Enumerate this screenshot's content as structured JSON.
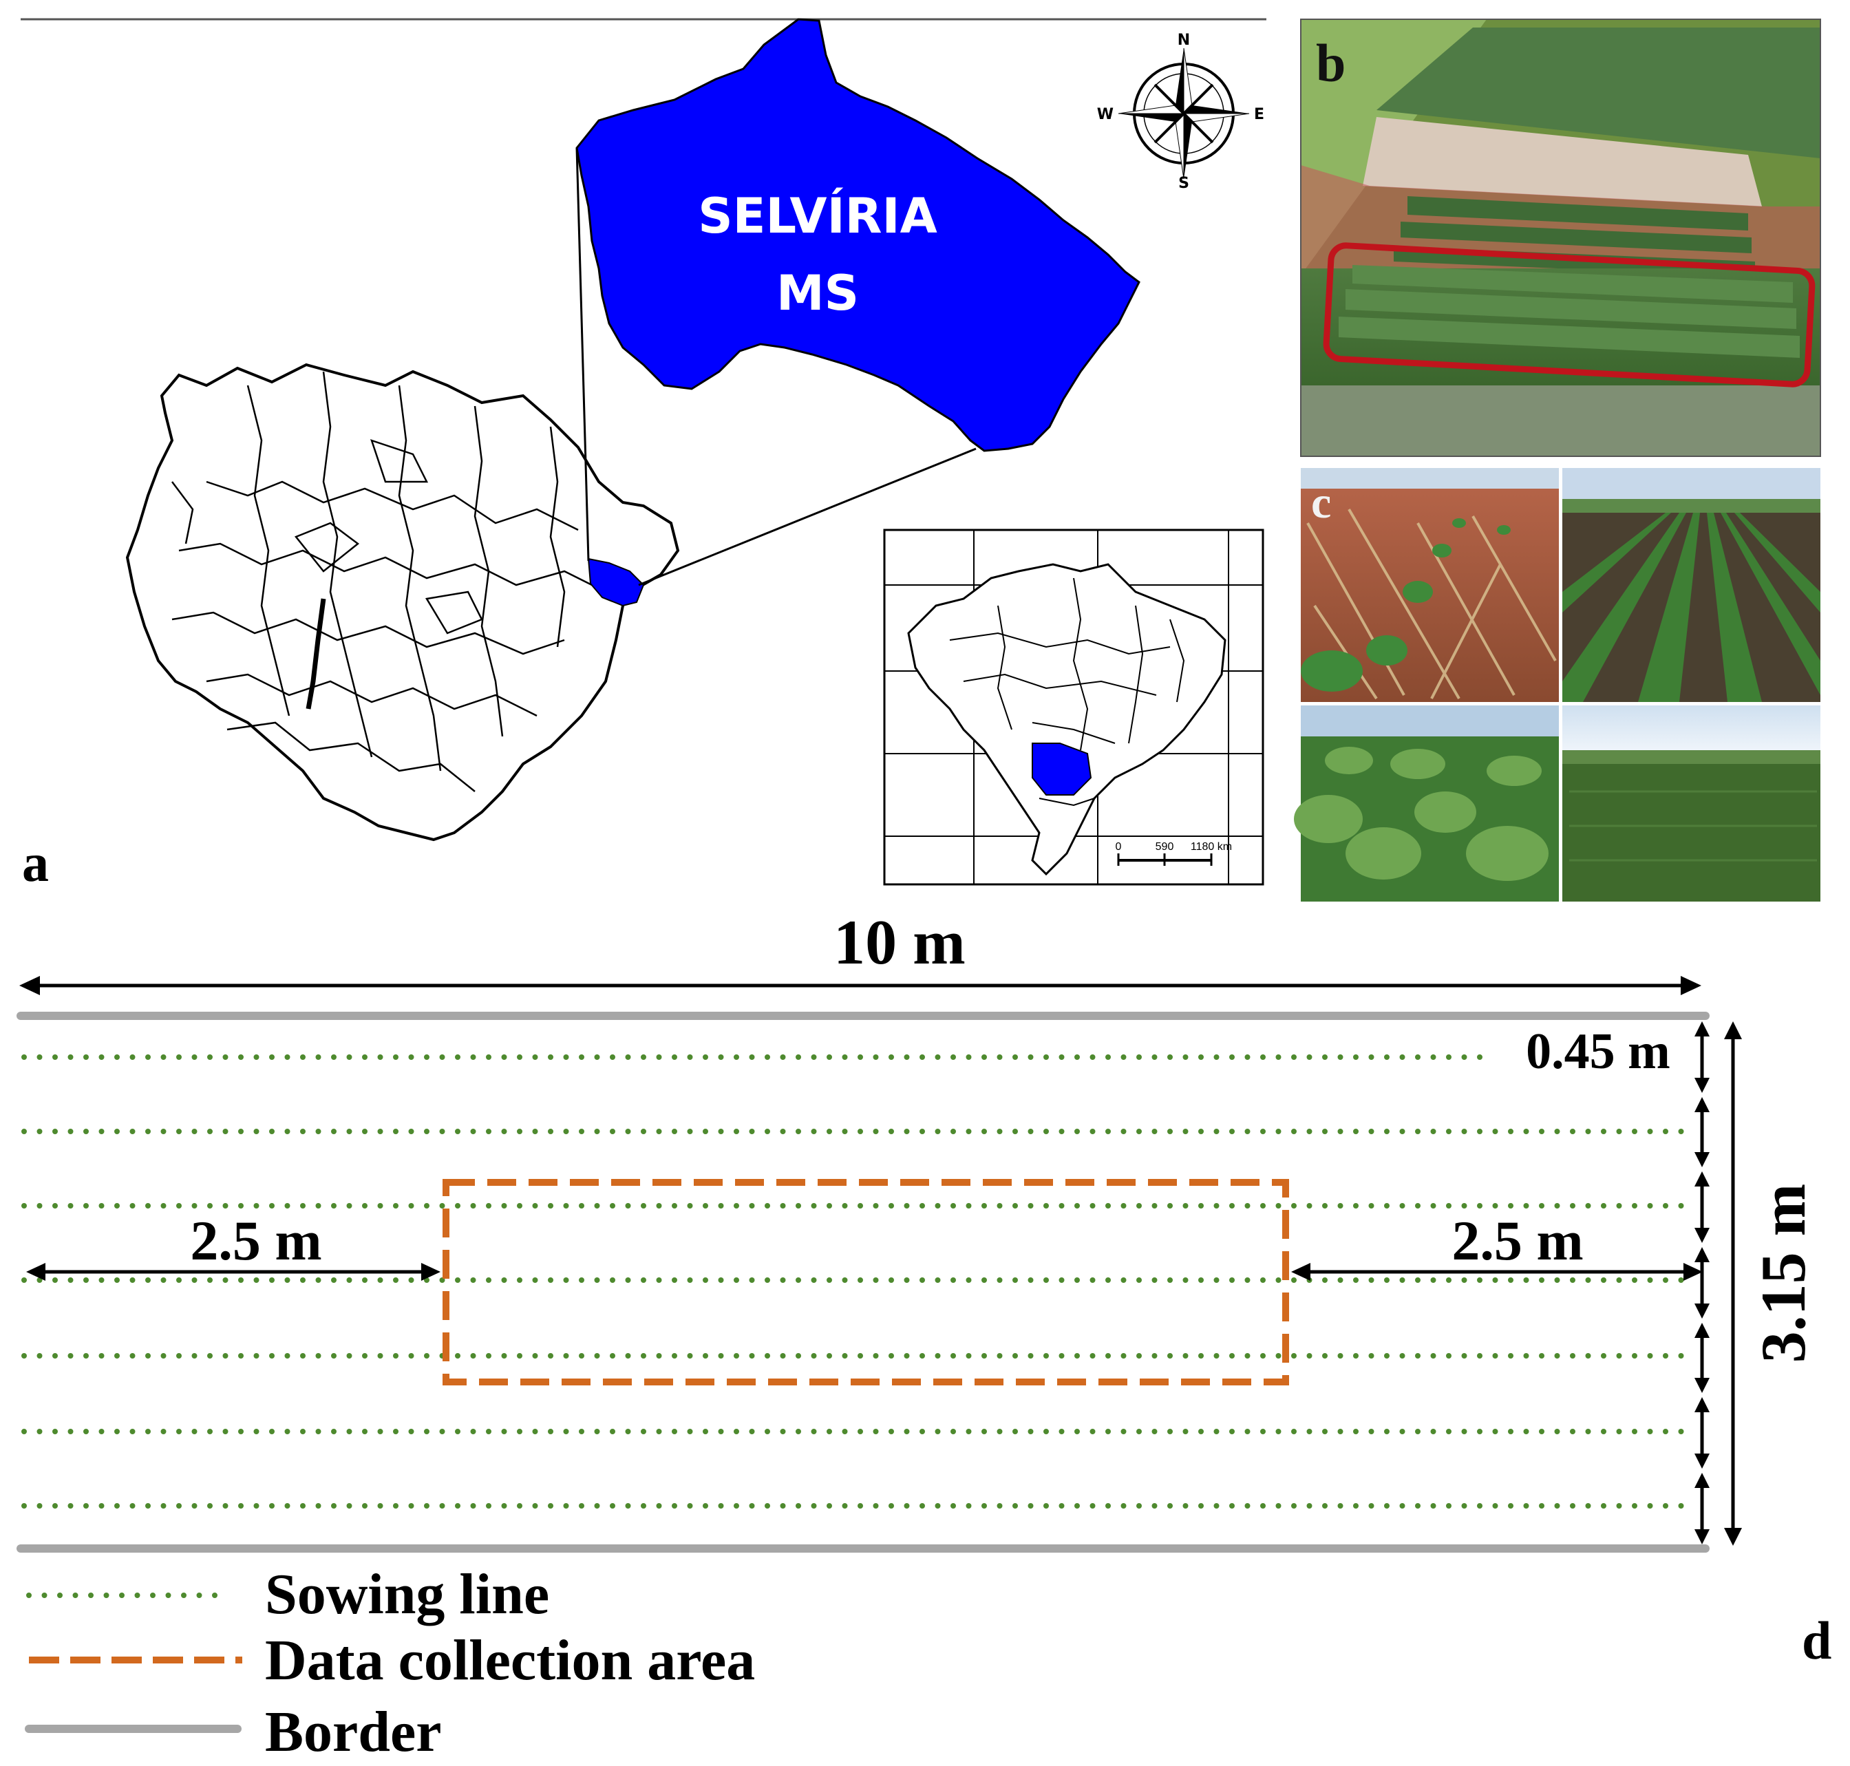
{
  "panels": {
    "a": "a",
    "b": "b",
    "c": "c",
    "d": "d"
  },
  "map": {
    "region_label_line1": "SELVÍRIA",
    "region_label_line2": "MS",
    "highlight_color": "#0000ff",
    "compass": {
      "north": "N",
      "south": "S",
      "east": "E",
      "west": "W"
    },
    "scale_bar": {
      "tick0": "0",
      "tick1": "590",
      "tick2": "1180 km"
    }
  },
  "photos": {
    "frame_highlight_color": "#c0141c"
  },
  "plot_layout": {
    "width_label": "10 m",
    "row_spacing_label": "0.45 m",
    "height_label": "3.15 m",
    "left_margin_label": "2.5 m",
    "right_margin_label": "2.5 m",
    "sowing_line_count": 7,
    "colors": {
      "sowing_line": "#4e8a2e",
      "data_area": "#d2691e",
      "border": "#a6a6a6"
    }
  },
  "legend": [
    {
      "label": "Sowing line",
      "style": "dotted-green"
    },
    {
      "label": "Data collection area",
      "style": "dashed-orange"
    },
    {
      "label": "Border",
      "style": "solid-gray"
    }
  ]
}
